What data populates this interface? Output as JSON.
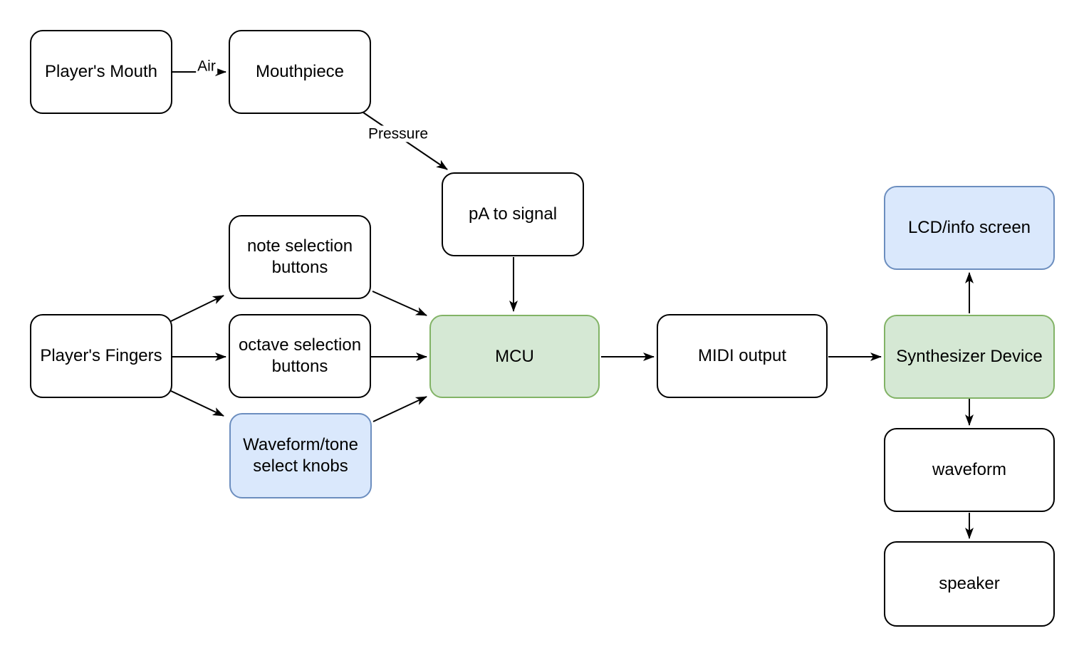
{
  "diagram": {
    "type": "flowchart",
    "background_color": "#ffffff",
    "colors": {
      "plain_fill": "#ffffff",
      "plain_stroke": "#000000",
      "green_fill": "#d5e8d4",
      "green_stroke": "#82b366",
      "blue_fill": "#dae8fc",
      "blue_stroke": "#6c8ebf",
      "edge_stroke": "#000000",
      "text_color": "#000000"
    },
    "nodes": [
      {
        "id": "players-mouth",
        "label": "Player's Mouth",
        "variant": "plain"
      },
      {
        "id": "mouthpiece",
        "label": "Mouthpiece",
        "variant": "plain"
      },
      {
        "id": "pa-to-signal",
        "label": "pA to signal",
        "variant": "plain"
      },
      {
        "id": "note-selection-buttons",
        "label": "note selection buttons",
        "variant": "plain"
      },
      {
        "id": "players-fingers",
        "label": "Player's Fingers",
        "variant": "plain"
      },
      {
        "id": "octave-selection-buttons",
        "label": "octave selection buttons",
        "variant": "plain"
      },
      {
        "id": "waveform-tone-select-knobs",
        "label": "Waveform/tone select knobs",
        "variant": "blue"
      },
      {
        "id": "mcu",
        "label": "MCU",
        "variant": "green"
      },
      {
        "id": "midi-output",
        "label": "MIDI output",
        "variant": "plain"
      },
      {
        "id": "synthesizer-device",
        "label": "Synthesizer Device",
        "variant": "green"
      },
      {
        "id": "lcd-info-screen",
        "label": "LCD/info screen",
        "variant": "blue"
      },
      {
        "id": "waveform",
        "label": "waveform",
        "variant": "plain"
      },
      {
        "id": "speaker",
        "label": "speaker",
        "variant": "plain"
      }
    ],
    "edges": [
      {
        "from": "players-mouth",
        "to": "mouthpiece",
        "label": "Air"
      },
      {
        "from": "mouthpiece",
        "to": "pa-to-signal",
        "label": "Pressure"
      },
      {
        "from": "pa-to-signal",
        "to": "mcu",
        "label": ""
      },
      {
        "from": "players-fingers",
        "to": "note-selection-buttons",
        "label": ""
      },
      {
        "from": "players-fingers",
        "to": "octave-selection-buttons",
        "label": ""
      },
      {
        "from": "players-fingers",
        "to": "waveform-tone-select-knobs",
        "label": ""
      },
      {
        "from": "note-selection-buttons",
        "to": "mcu",
        "label": ""
      },
      {
        "from": "octave-selection-buttons",
        "to": "mcu",
        "label": ""
      },
      {
        "from": "waveform-tone-select-knobs",
        "to": "mcu",
        "label": ""
      },
      {
        "from": "mcu",
        "to": "midi-output",
        "label": ""
      },
      {
        "from": "midi-output",
        "to": "synthesizer-device",
        "label": ""
      },
      {
        "from": "synthesizer-device",
        "to": "lcd-info-screen",
        "label": ""
      },
      {
        "from": "synthesizer-device",
        "to": "waveform",
        "label": ""
      },
      {
        "from": "waveform",
        "to": "speaker",
        "label": ""
      }
    ]
  }
}
